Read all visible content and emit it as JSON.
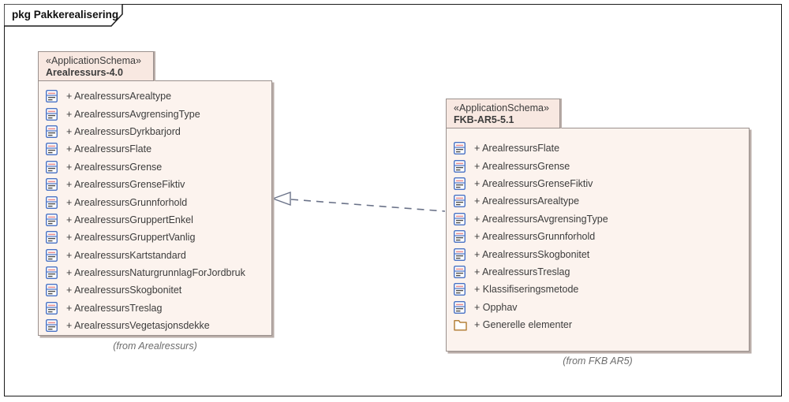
{
  "frame": {
    "kind": "pkg",
    "title": "pkg Pakkerealisering"
  },
  "packages": [
    {
      "stereotype": "«ApplicationSchema»",
      "name": "Arealressurs-4.0",
      "note": "(from Arealressurs)",
      "items": [
        {
          "icon": "class-icon",
          "label": "+ ArealressursArealtype"
        },
        {
          "icon": "class-icon",
          "label": "+ ArealressursAvgrensingType"
        },
        {
          "icon": "class-icon",
          "label": "+ ArealressursDyrkbarjord"
        },
        {
          "icon": "class-icon",
          "label": "+ ArealressursFlate"
        },
        {
          "icon": "class-icon",
          "label": "+ ArealressursGrense"
        },
        {
          "icon": "class-icon",
          "label": "+ ArealressursGrenseFiktiv"
        },
        {
          "icon": "class-icon",
          "label": "+ ArealressursGrunnforhold"
        },
        {
          "icon": "class-icon",
          "label": "+ ArealressursGruppertEnkel"
        },
        {
          "icon": "class-icon",
          "label": "+ ArealressursGruppertVanlig"
        },
        {
          "icon": "class-icon",
          "label": "+ ArealressursKartstandard"
        },
        {
          "icon": "class-icon",
          "label": "+ ArealressursNaturgrunnlagForJordbruk"
        },
        {
          "icon": "class-icon",
          "label": "+ ArealressursSkogbonitet"
        },
        {
          "icon": "class-icon",
          "label": "+ ArealressursTreslag"
        },
        {
          "icon": "class-icon",
          "label": "+ ArealressursVegetasjonsdekke"
        }
      ]
    },
    {
      "stereotype": "«ApplicationSchema»",
      "name": "FKB-AR5-5.1",
      "note": "(from FKB AR5)",
      "items": [
        {
          "icon": "class-icon",
          "label": "+ ArealressursFlate"
        },
        {
          "icon": "class-icon",
          "label": "+ ArealressursGrense"
        },
        {
          "icon": "class-icon",
          "label": "+ ArealressursGrenseFiktiv"
        },
        {
          "icon": "class-icon",
          "label": "+ ArealressursArealtype"
        },
        {
          "icon": "class-icon",
          "label": "+ ArealressursAvgrensingType"
        },
        {
          "icon": "class-icon",
          "label": "+ ArealressursGrunnforhold"
        },
        {
          "icon": "class-icon",
          "label": "+ ArealressursSkogbonitet"
        },
        {
          "icon": "class-icon",
          "label": "+ ArealressursTreslag"
        },
        {
          "icon": "class-icon",
          "label": "+ Klassifiseringsmetode"
        },
        {
          "icon": "class-icon",
          "label": "+ Opphav"
        },
        {
          "icon": "folder-icon",
          "label": "+ Generelle elementer"
        }
      ]
    }
  ],
  "connector": {
    "type": "realization",
    "line_style": "dashed",
    "arrowhead": "hollow-triangle",
    "source": "FKB-AR5-5.1",
    "target": "Arealressurs-4.0"
  },
  "colors": {
    "package_fill": "#fcf3ee",
    "package_header_fill": "#f8e8e1",
    "package_border": "#9a908d",
    "package_shadow": "#b9ada8",
    "connector": "#6b7389",
    "text": "#3c3c3c",
    "note_text": "#6d6d6d",
    "class_icon_blue": "#4a72c4",
    "class_icon_accent": "#e89090",
    "folder_icon_brown": "#b5823c",
    "frame_border": "#1a1a1a"
  }
}
